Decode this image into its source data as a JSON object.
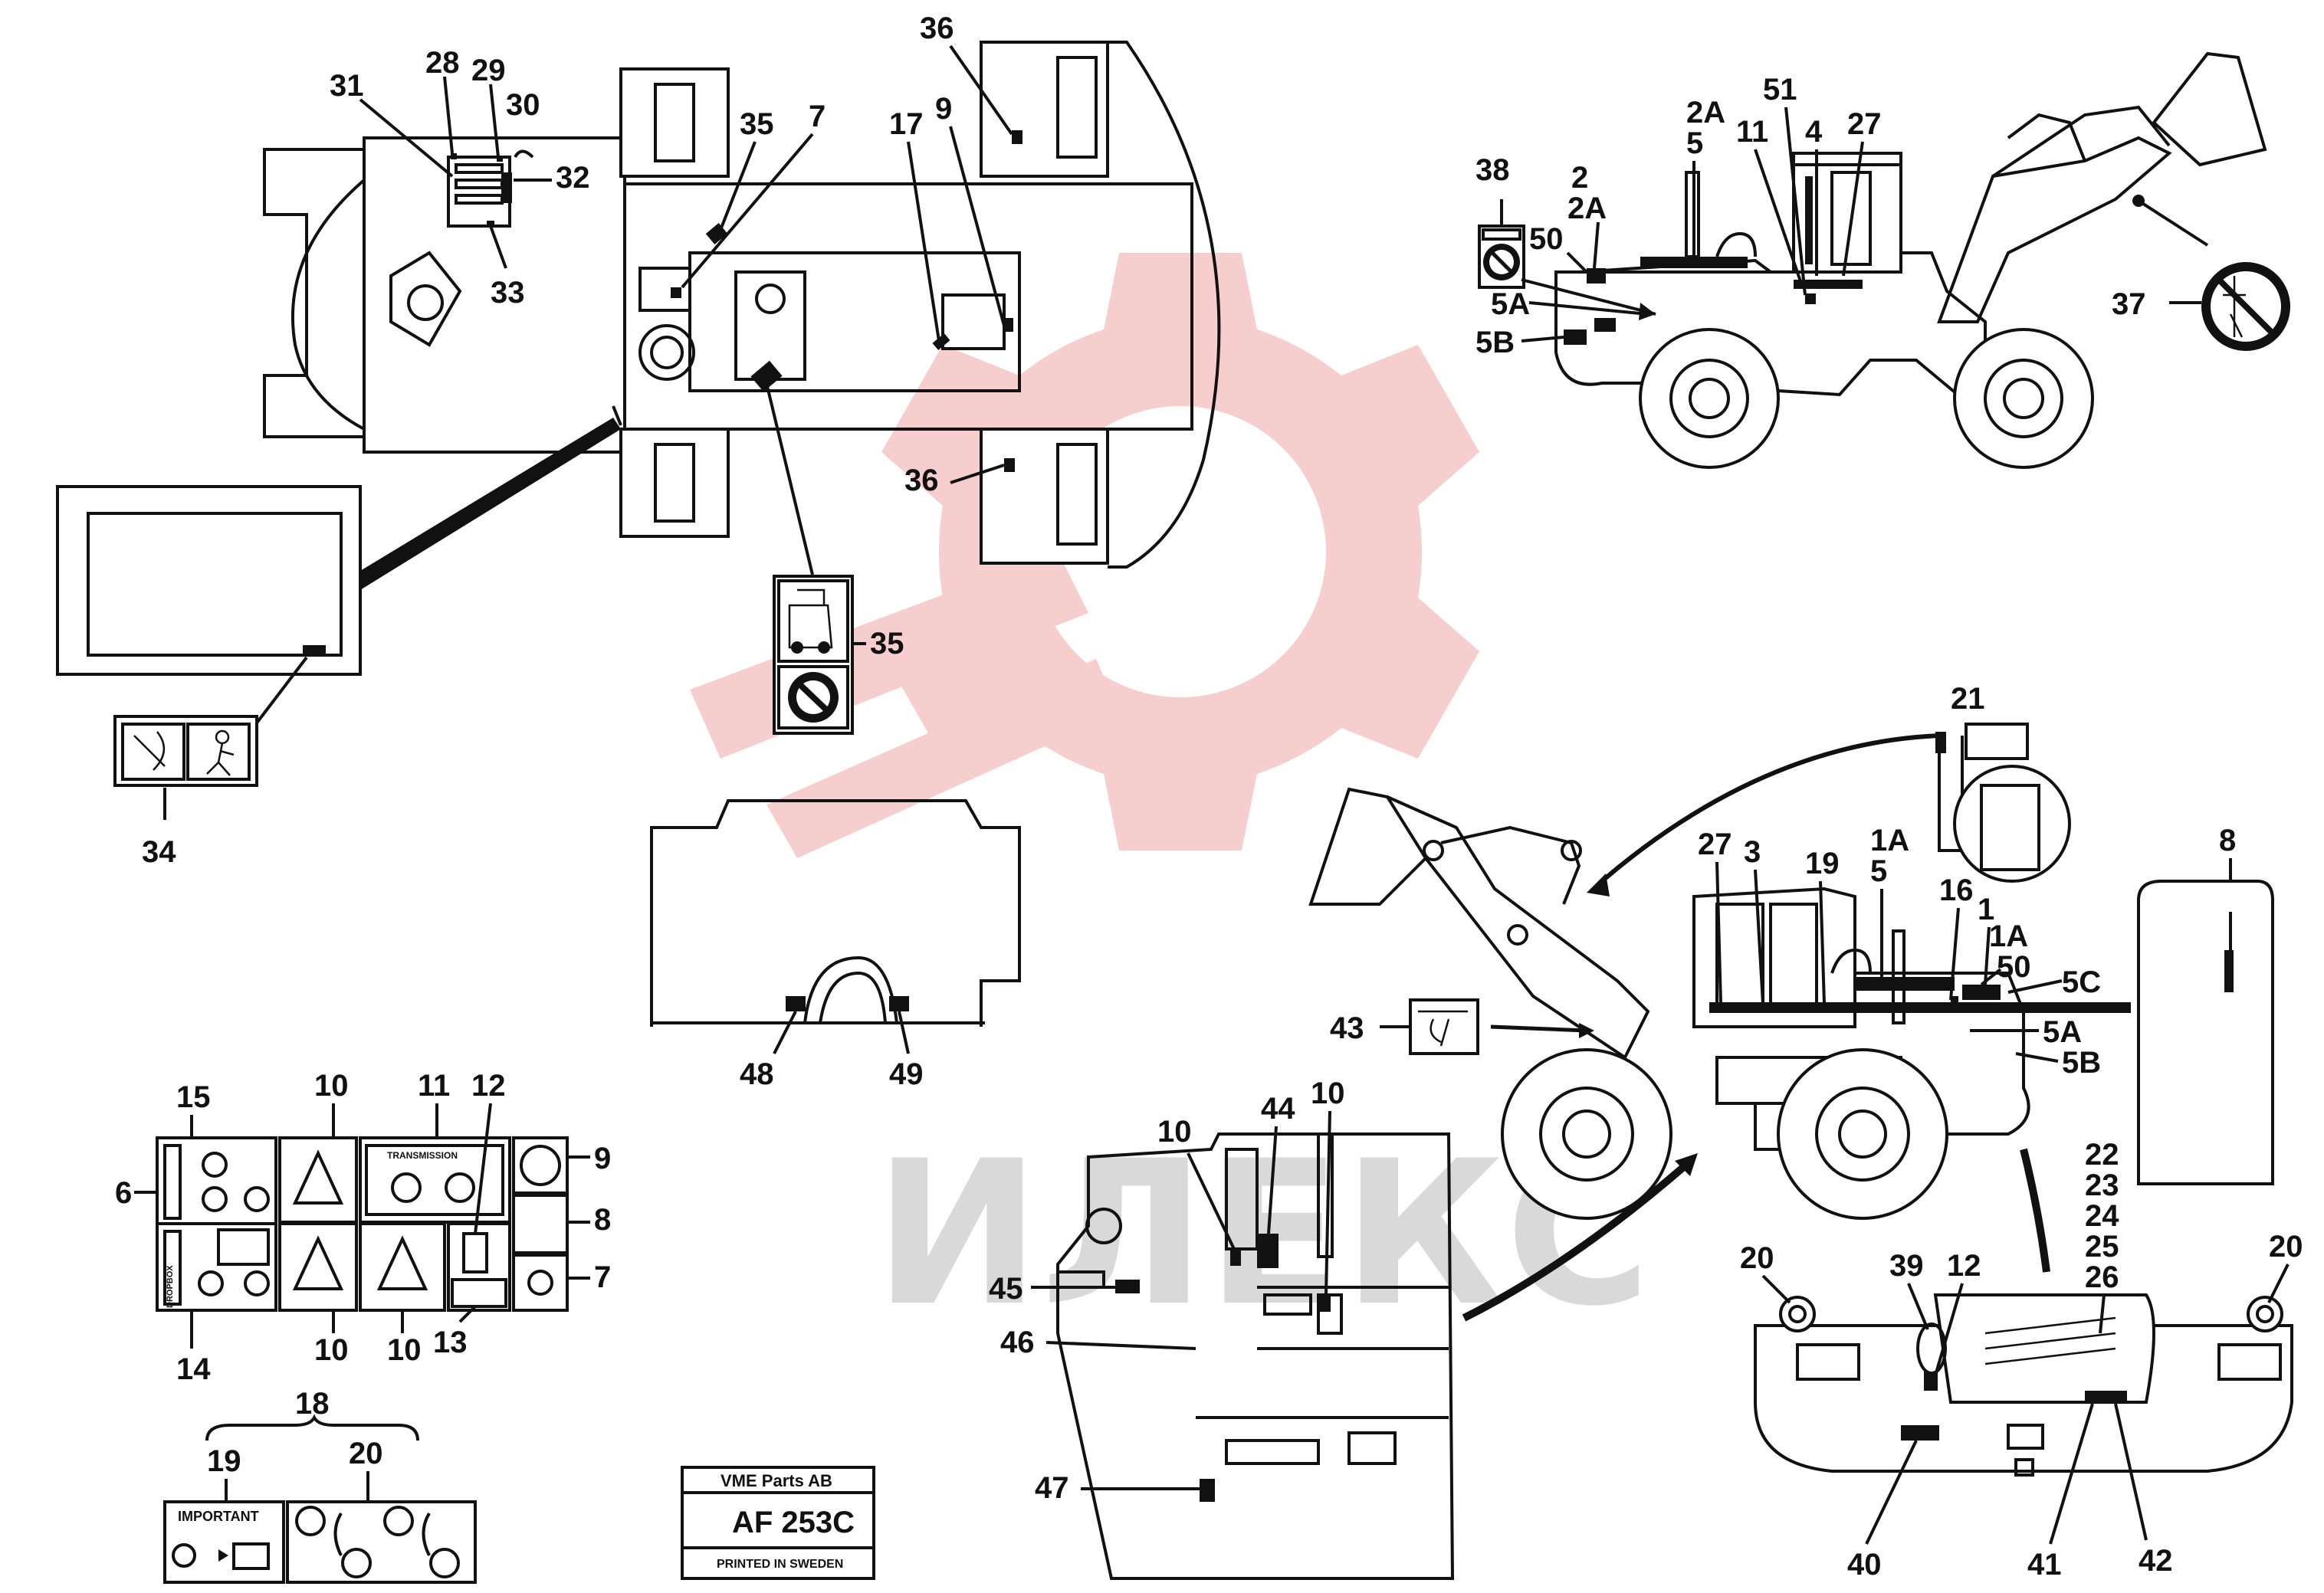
{
  "watermark": {
    "text": "ИЛЕКС",
    "logo_color": "#f6c9c9",
    "text_color": "#d9d9d9"
  },
  "title_block": {
    "company": "VME Parts AB",
    "code": "AF 253C",
    "printed": "PRINTED IN SWEDEN"
  },
  "decals": {
    "important": "IMPORTANT",
    "transmission": "TRANSMISSION",
    "dropbox": "DROPBOX"
  },
  "callouts": {
    "c1": "1",
    "c1A": "1A",
    "c1A_b": "1A",
    "c2": "2",
    "c2A_a": "2A",
    "c2A_b": "2A",
    "c3": "3",
    "c4": "4",
    "c5_a": "5",
    "c5_b": "5",
    "c5A_a": "5A",
    "c5A_b": "5A",
    "c5B_a": "5B",
    "c5B_b": "5B",
    "c5C": "5C",
    "c6": "6",
    "c7_a": "7",
    "c7_b": "7",
    "c8_a": "8",
    "c8_b": "8",
    "c9_a": "9",
    "c9_b": "9",
    "c10_a": "10",
    "c10_b": "10",
    "c10_c": "10",
    "c10_d": "10",
    "c10_e": "10",
    "c11_a": "11",
    "c11_b": "11",
    "c12_a": "12",
    "c12_b": "12",
    "c13": "13",
    "c14": "14",
    "c15": "15",
    "c16": "16",
    "c17": "17",
    "c18": "18",
    "c19_a": "19",
    "c19_b": "19",
    "c20_a": "20",
    "c20_b": "20",
    "c20_c": "20",
    "c21": "21",
    "c22": "22",
    "c23": "23",
    "c24": "24",
    "c25": "25",
    "c26": "26",
    "c27_a": "27",
    "c27_b": "27",
    "c28": "28",
    "c29": "29",
    "c30": "30",
    "c31": "31",
    "c32": "32",
    "c33": "33",
    "c34": "34",
    "c35_a": "35",
    "c35_b": "35",
    "c36_a": "36",
    "c36_b": "36",
    "c37": "37",
    "c38": "38",
    "c39": "39",
    "c40": "40",
    "c41": "41",
    "c42": "42",
    "c43": "43",
    "c44": "44",
    "c45": "45",
    "c46": "46",
    "c47": "47",
    "c48": "48",
    "c49": "49",
    "c50_a": "50",
    "c50_b": "50",
    "c51": "51"
  }
}
